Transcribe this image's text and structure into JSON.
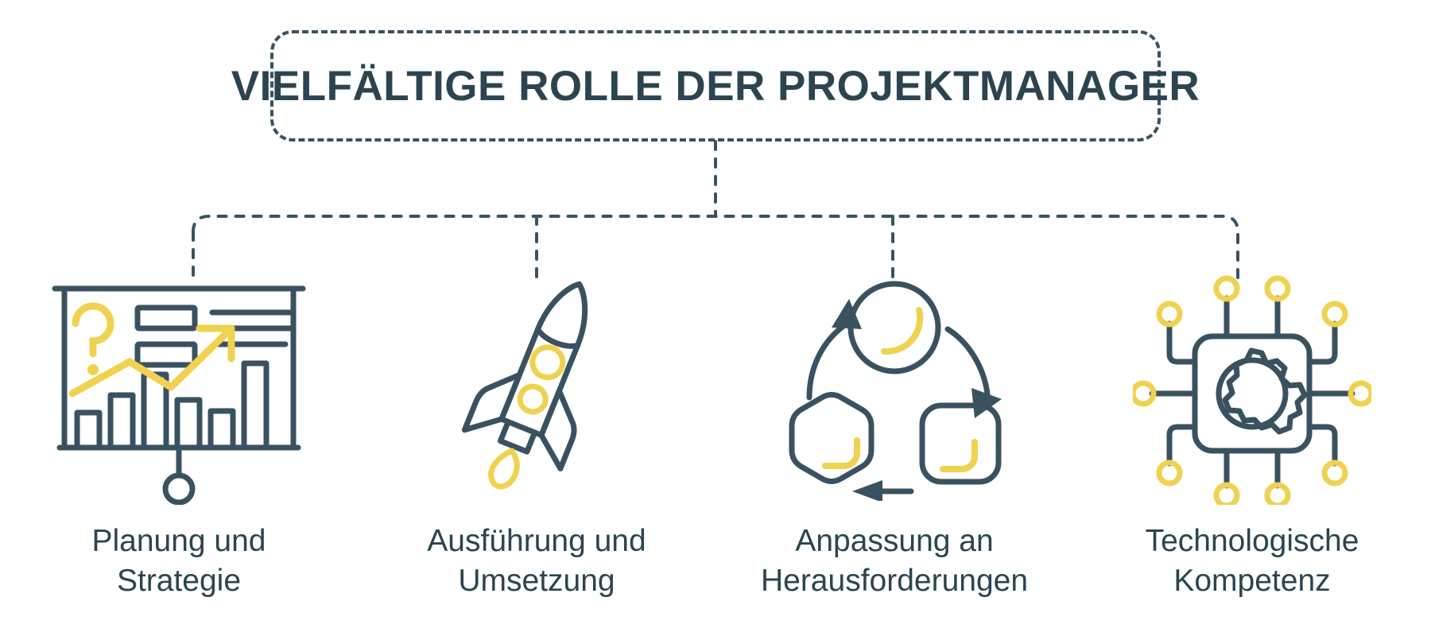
{
  "header": {
    "title": "VIELFÄLTIGE ROLLE DER PROJEKTMANAGER"
  },
  "colors": {
    "ink": "#3a5260",
    "ink_text": "#2c4450",
    "accent": "#f0d251",
    "background": "#ffffff"
  },
  "branches": [
    {
      "id": "planning",
      "icon": "presentation-chart-icon",
      "caption": "Planung und\nStrategie"
    },
    {
      "id": "execution",
      "icon": "rocket-icon",
      "caption": "Ausführung und\nUmsetzung"
    },
    {
      "id": "adaptation",
      "icon": "cycle-arrows-icon",
      "caption": "Anpassung an\nHerausforderungen"
    },
    {
      "id": "technology",
      "icon": "microchip-gear-icon",
      "caption": "Technologische\nKompetenz"
    }
  ]
}
